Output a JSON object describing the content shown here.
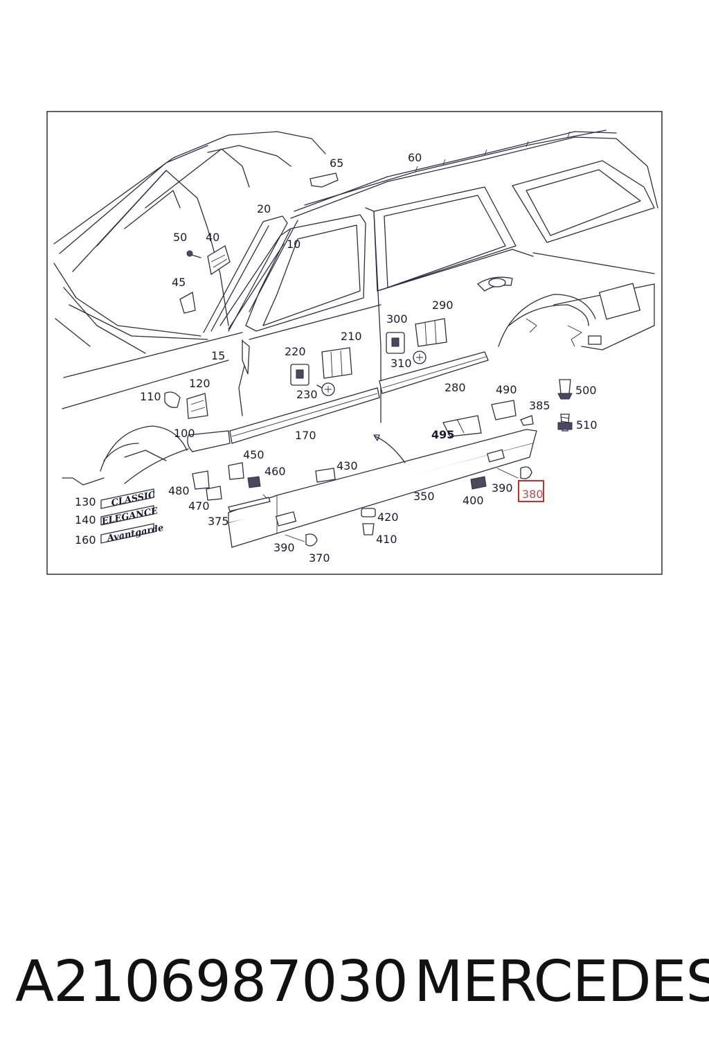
{
  "callouts": {
    "c10": "10",
    "c15": "15",
    "c20": "20",
    "c40": "40",
    "c45": "45",
    "c50": "50",
    "c60": "60",
    "c65": "65",
    "c100": "100",
    "c110": "110",
    "c120": "120",
    "c130": "130",
    "c140": "140",
    "c160": "160",
    "c170": "170",
    "c210": "210",
    "c220": "220",
    "c230": "230",
    "c280": "280",
    "c290": "290",
    "c300": "300",
    "c310": "310",
    "c350": "350",
    "c370": "370",
    "c375": "375",
    "c380": "380",
    "c385": "385",
    "c390a": "390",
    "c390b": "390",
    "c400": "400",
    "c410": "410",
    "c420": "420",
    "c430": "430",
    "c450": "450",
    "c460": "460",
    "c470": "470",
    "c480": "480",
    "c490": "490",
    "c495": "495",
    "c500": "500",
    "c510": "510"
  },
  "badges": {
    "classic": "CLASSIC",
    "elegance": "ELEGANCE",
    "avantgarde": "Avantgarde"
  },
  "highlight": {
    "callout": "380",
    "color": "#d12a2a"
  },
  "footer": {
    "part_number": "A2106987030",
    "brand": "MERCEDES"
  }
}
